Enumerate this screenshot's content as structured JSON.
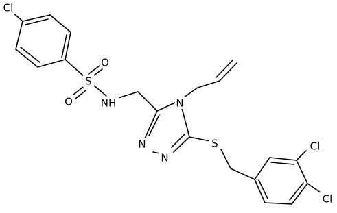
{
  "molecule": {
    "atoms": {
      "cl_top": "Cl",
      "s_sulfonyl": "S",
      "o_upper": "O",
      "o_lower": "O",
      "nh": "NH",
      "n4": "N",
      "n1": "N",
      "n2": "N",
      "s_thioether": "S",
      "cl_meta": "Cl",
      "cl_para": "Cl"
    },
    "colors": {
      "bond": "#000000",
      "label": "#000000",
      "background": "#ffffff"
    }
  }
}
